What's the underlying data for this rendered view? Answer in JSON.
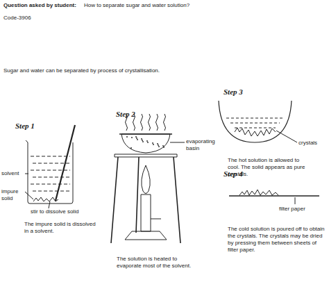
{
  "diagram": {
    "labels": [
      "Question asked by student:",
      "How to separate sugar and water solution?",
      "Code-3906",
      "Sugar and water can be separated by process of crystallisation.",
      "Step 1",
      "solvent",
      "impure solid",
      "stir to dissolve solid",
      "The impure solid is dissolved in a solvent.",
      "Step 2",
      "evaporating basin",
      "The solution is heated to evaporate most of the solvent.",
      "Step 3",
      "crystals",
      "The hot solution is allowed to cool. The solid appears as pure crystals.",
      "Step 4",
      "filter paper",
      "The cold solution is poured off to obtain the crystals. The crystals may be dried by pressing them between sheets of filter paper."
    ]
  }
}
